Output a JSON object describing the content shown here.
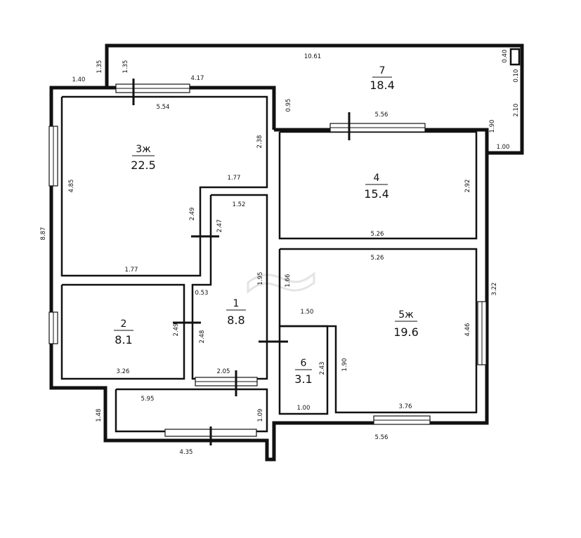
{
  "rooms": [
    {
      "id": "r1",
      "number": "1",
      "area": "8.8"
    },
    {
      "id": "r2",
      "number": "2",
      "area": "8.1"
    },
    {
      "id": "r3",
      "number": "3ж",
      "area": "22.5"
    },
    {
      "id": "r4",
      "number": "4",
      "area": "15.4"
    },
    {
      "id": "r5",
      "number": "5ж",
      "area": "19.6"
    },
    {
      "id": "r6",
      "number": "6",
      "area": "3.1"
    },
    {
      "id": "r7",
      "number": "7",
      "area": "18.4"
    }
  ],
  "dimensions": {
    "d_balcony_top": "10.61",
    "d_140": "1.40",
    "d_135a": "1.35",
    "d_135b": "1.35",
    "d_417": "4.17",
    "d_554": "5.54",
    "d_095": "0.95",
    "d_556top": "5.56",
    "d_040": "0.40",
    "d_010": "0.10",
    "d_210": "2.10",
    "d_190": "1.90",
    "d_100": "1.00",
    "d_238": "2.38",
    "d_177a": "1.77",
    "d_177b": "1.77",
    "d_485": "4.85",
    "d_887": "8.87",
    "d_249a": "2.49",
    "d_247": "2.47",
    "d_152": "1.52",
    "d_292": "2.92",
    "d_526a": "5.26",
    "d_526b": "5.26",
    "d_195": "1.95",
    "d_166": "1.66",
    "d_053": "0.53",
    "d_322": "3.22",
    "d_150": "1.50",
    "d_446": "4.46",
    "d_249b": "2.49",
    "d_248": "2.48",
    "d_326": "3.26",
    "d_205": "2.05",
    "d_190b": "1.90",
    "d_243": "2.43",
    "d_100b": "1.00",
    "d_376": "3.76",
    "d_595": "5.95",
    "d_556bot": "5.56",
    "d_148": "1.48",
    "d_109": "1.09",
    "d_435": "4.35"
  }
}
